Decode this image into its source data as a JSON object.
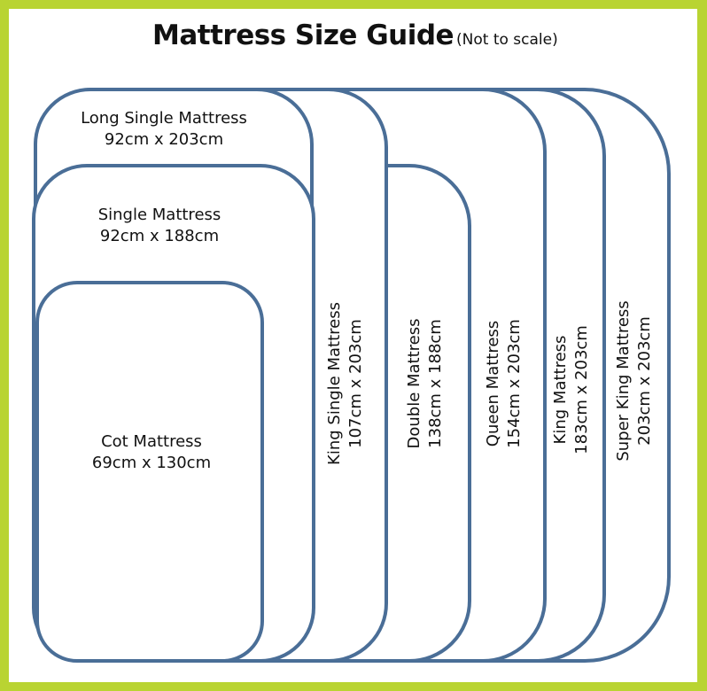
{
  "title": "Mattress Size Guide",
  "subtitle": "(Not to scale)",
  "colors": {
    "frame": "#b9d432",
    "outline": "#4a6e97"
  },
  "mattresses": [
    {
      "name": "Cot Mattress",
      "size": "69cm x 130cm"
    },
    {
      "name": "Single Mattress",
      "size": "92cm x 188cm"
    },
    {
      "name": "Long Single Mattress",
      "size": "92cm x 203cm"
    },
    {
      "name": "King Single Mattress",
      "size": "107cm x 203cm"
    },
    {
      "name": "Double Mattress",
      "size": "138cm x 188cm"
    },
    {
      "name": "Queen Mattress",
      "size": "154cm x 203cm"
    },
    {
      "name": "King Mattress",
      "size": "183cm x 203cm"
    },
    {
      "name": "Super King Mattress",
      "size": "203cm x 203cm"
    }
  ]
}
